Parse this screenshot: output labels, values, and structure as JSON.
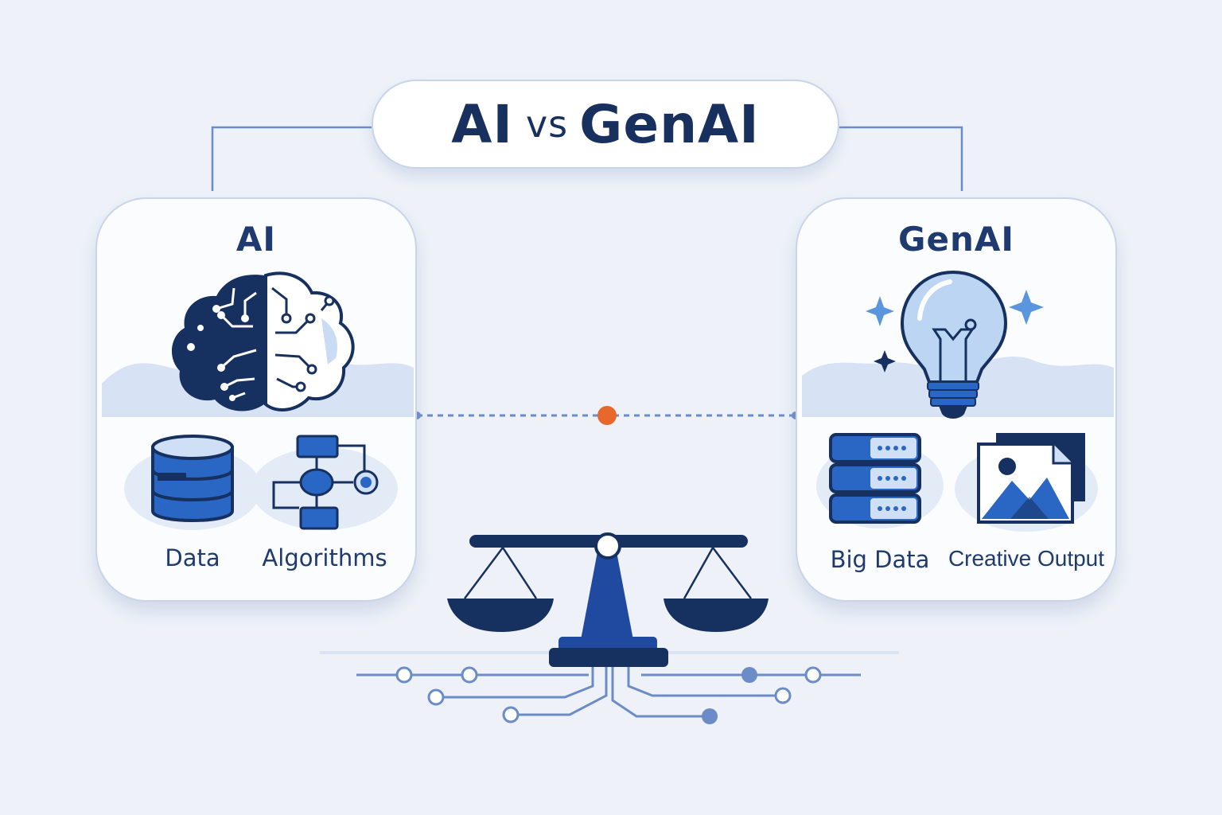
{
  "title": {
    "left": "AI",
    "vs": "vs",
    "right": "GenAI"
  },
  "ai_panel": {
    "title": "AI",
    "items": [
      {
        "label": "Data",
        "icon": "database-icon"
      },
      {
        "label": "Algorithms",
        "icon": "flowchart-icon"
      }
    ],
    "icon": "brain-circuit-icon"
  },
  "genai_panel": {
    "title": "GenAI",
    "items": [
      {
        "label": "Big Data",
        "icon": "server-stack-icon"
      },
      {
        "label": "Creative Output",
        "icon": "image-icon"
      }
    ],
    "icon": "lightbulb-icon"
  },
  "center": {
    "icon": "balance-scale-icon"
  },
  "colors": {
    "navy": "#16305f",
    "blue": "#2a66c4",
    "light_blue": "#cfe0f6",
    "accent_orange": "#e8682a",
    "background": "#eef2f8"
  }
}
